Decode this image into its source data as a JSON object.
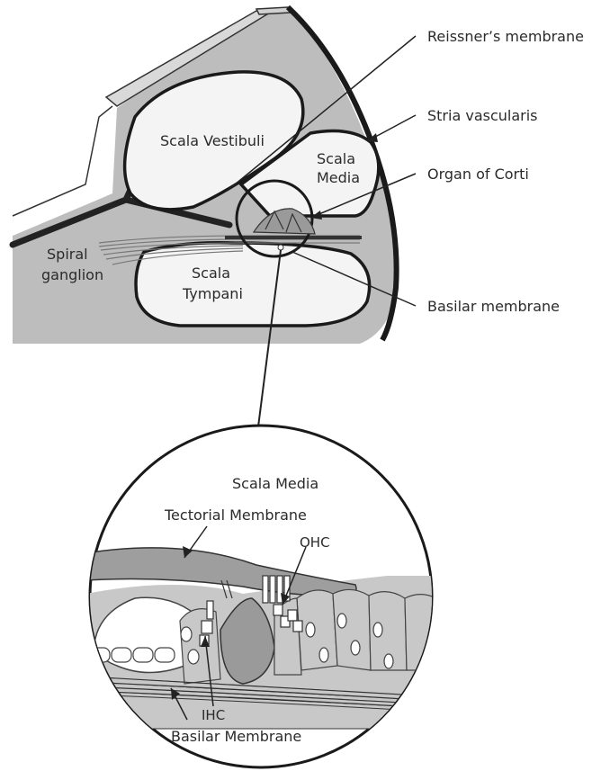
{
  "labels": {
    "scala_vestibuli": "Scala Vestibuli",
    "scala_media_l1": "Scala",
    "scala_media_l2": "Media",
    "spiral_ganglion_l1": "Spiral",
    "spiral_ganglion_l2": "ganglion",
    "scala_tympani_l1": "Scala",
    "scala_tympani_l2": "Tympani",
    "reissners_membrane": "Reissner’s membrane",
    "stria_vascularis": "Stria vascularis",
    "organ_of_corti": "Organ of Corti",
    "basilar_membrane": "Basilar membrane"
  },
  "inset": {
    "scala_media": "Scala Media",
    "tectorial_membrane": "Tectorial Membrane",
    "ohc": "OHC",
    "ihc": "IHC",
    "basilar_membrane": "Basilar Membrane"
  }
}
